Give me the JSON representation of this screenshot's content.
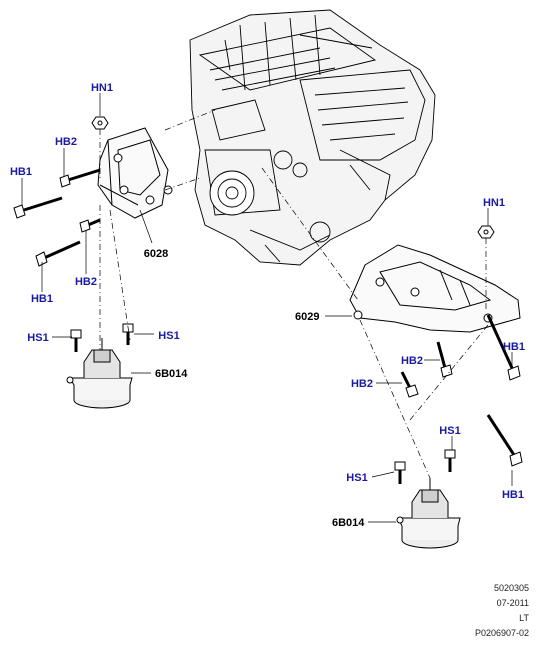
{
  "callouts": {
    "hn1_left": "HN1",
    "hb2_upper_left": "HB2",
    "hb1_upper_left": "HB1",
    "hb2_lower_left": "HB2",
    "hb1_lower_left": "HB1",
    "part_6028": "6028",
    "hs1_left_a": "HS1",
    "hs1_left_b": "HS1",
    "part_6b014_left": "6B014",
    "hn1_right": "HN1",
    "part_6029": "6029",
    "hb1_right_upper": "HB1",
    "hb2_right_upper": "HB2",
    "hb2_right_lower": "HB2",
    "hs1_right_a": "HS1",
    "hs1_right_b": "HS1",
    "hb1_right_lower": "HB1",
    "part_6b014_right": "6B014"
  },
  "footer": {
    "code": "5020305",
    "date": "07-2011",
    "side": "LT",
    "drawing_id": "P0206907-02"
  },
  "colors": {
    "callout": "#1a1aa0",
    "linework": "#000000",
    "background": "#ffffff"
  }
}
